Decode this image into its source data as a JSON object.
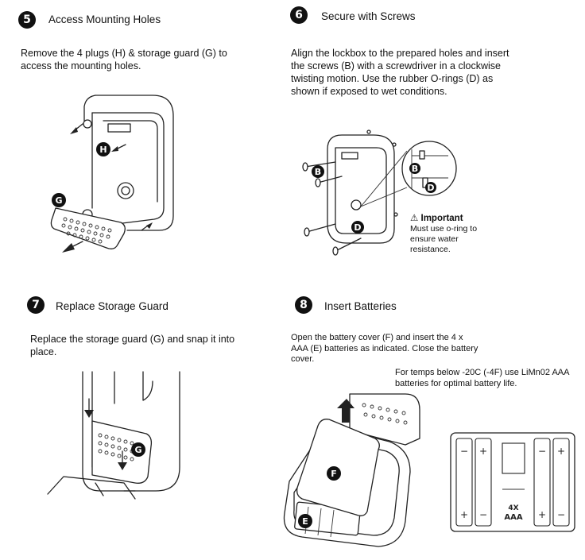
{
  "steps": [
    {
      "number": "5",
      "title": "Access Mounting Holes",
      "text": "Remove the 4 plugs (H) & storage guard (G) to access the mounting holes.",
      "callouts": [
        "H",
        "G"
      ]
    },
    {
      "number": "6",
      "title": "Secure with Screws",
      "text": "Align the lockbox to the prepared holes and insert the screws (B) with a screwdriver in a clockwise twisting motion. Use the rubber O-rings (D) as shown if exposed to wet conditions.",
      "callouts": [
        "B",
        "D"
      ],
      "important_label": "Important",
      "important_text": "Must use o-ring to ensure water resistance."
    },
    {
      "number": "7",
      "title": "Replace Storage Guard",
      "text": "Replace the storage guard (G) and snap it into place.",
      "callouts": [
        "G"
      ]
    },
    {
      "number": "8",
      "title": "Insert Batteries",
      "text": "Open the battery cover (F) and insert the 4 x AAA (E) batteries as indicated. Close the battery cover.",
      "note": "For temps below -20C (-4F) use LiMn02 AAA batteries for optimal battery life.",
      "callouts": [
        "F",
        "E"
      ],
      "battery_label_qty": "4X",
      "battery_label_type": "AAA"
    }
  ]
}
